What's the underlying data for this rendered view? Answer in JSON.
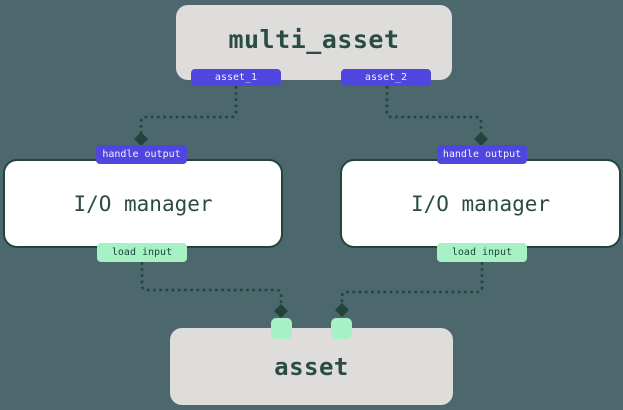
{
  "colors": {
    "background": "#4C686D",
    "node_fill_gray": "#DFDDDC",
    "node_fill_white": "#FFFFFF",
    "node_outline": "#21453C",
    "node_text": "#2A4C43",
    "badge_purple": "#4F46E0",
    "badge_mint": "#A6F2C4",
    "badge_text_light": "#F2F1FF",
    "badge_text_dark": "#1B453B",
    "edge": "#21453C"
  },
  "nodes": {
    "multi_asset": {
      "label": "multi_asset"
    },
    "io_manager_left": {
      "label": "I/O manager"
    },
    "io_manager_right": {
      "label": "I/O manager"
    },
    "asset": {
      "label": "asset"
    }
  },
  "ports": {
    "asset_1": {
      "label": "asset_1"
    },
    "asset_2": {
      "label": "asset_2"
    },
    "handle_output_left": {
      "label": "handle output"
    },
    "handle_output_right": {
      "label": "handle output"
    },
    "load_input_left": {
      "label": "load input"
    },
    "load_input_right": {
      "label": "load input"
    }
  }
}
